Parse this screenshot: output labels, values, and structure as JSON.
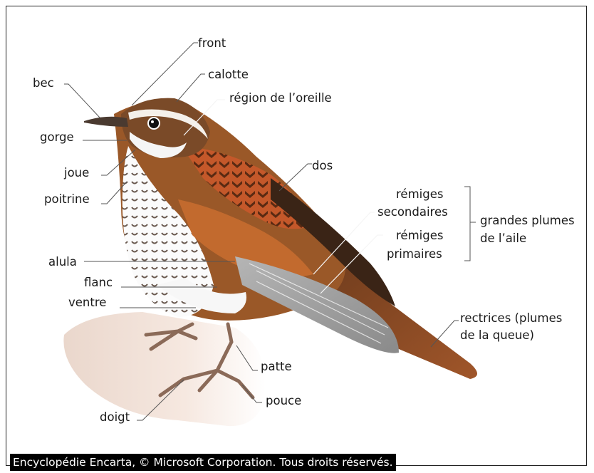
{
  "labels": {
    "front": "front",
    "calotte": "calotte",
    "bec": "bec",
    "region_oreille": "région de l’oreille",
    "gorge": "gorge",
    "joue": "joue",
    "poitrine": "poitrine",
    "dos": "dos",
    "remiges_secondaires_1": "rémiges",
    "remiges_secondaires_2": "secondaires",
    "remiges_primaires_1": "rémiges",
    "remiges_primaires_2": "primaires",
    "grandes_plumes_1": "grandes plumes",
    "grandes_plumes_2": "de l’aile",
    "alula": "alula",
    "flanc": "flanc",
    "ventre": "ventre",
    "rectrices_1": "rectrices (plumes",
    "rectrices_2": "de la queue)",
    "patte": "patte",
    "pouce": "pouce",
    "doigt": "doigt"
  },
  "caption": "Encyclopédie Encarta, © Microsoft Corporation. Tous droits réservés.",
  "colors": {
    "plumage_brown": "#8a4a1c",
    "rufous": "#c0562a",
    "breast": "#ffffff",
    "wing_gray": "#9a9a9a",
    "caption_bg": "#000000"
  }
}
